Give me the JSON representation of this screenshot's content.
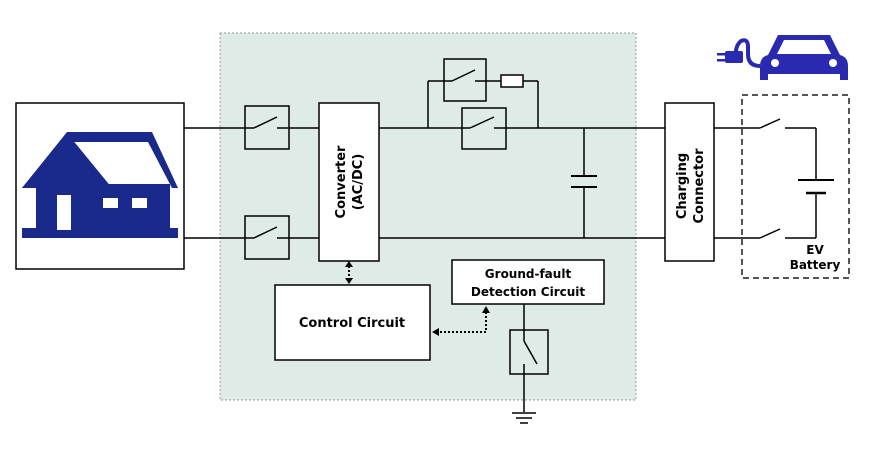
{
  "diagram": {
    "converter_line1": "Converter",
    "converter_line2": "(AC/DC)",
    "charging_line1": "Charging",
    "charging_line2": "Connector",
    "control_circuit": "Control Circuit",
    "gfd_line1": "Ground-fault",
    "gfd_line2": "Detection Circuit",
    "ev_line1": "EV",
    "ev_line2": "Battery"
  },
  "colors": {
    "house_blue": "#1a2a8c",
    "charger_panel": "#deebe7",
    "car_blue": "#2a2ab0",
    "line": "#000000"
  },
  "icons": [
    "house-icon",
    "ev-car-icon",
    "plug-icon",
    "ground-icon"
  ]
}
